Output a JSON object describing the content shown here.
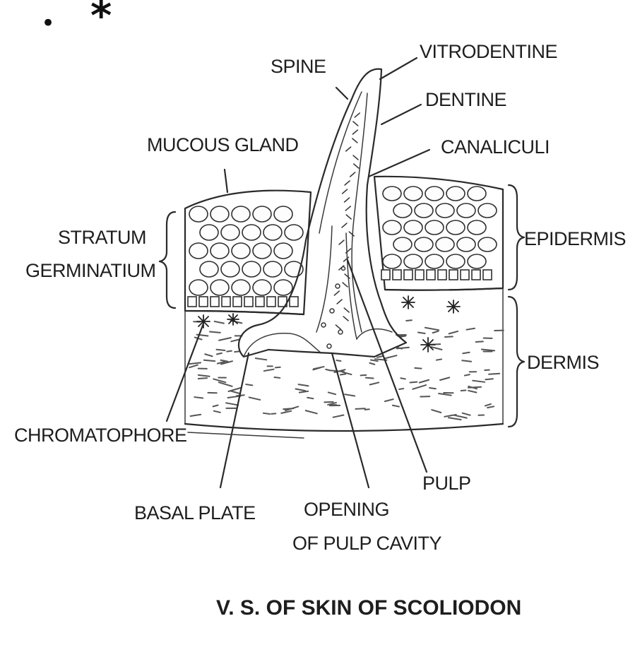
{
  "corner_marks": {
    "dot": "•",
    "asterisk": "*"
  },
  "labels": {
    "spine": "SPINE",
    "vitrodentine": "VITRODENTINE",
    "dentine": "DENTINE",
    "mucous_gland": "MUCOUS GLAND",
    "canaliculi": "CANALICULI",
    "stratum": "STRATUM",
    "germinatium": "GERMINATIUM",
    "epidermis": "EPIDERMIS",
    "dermis": "DERMIS",
    "chromatophore": "CHROMATOPHORE",
    "basal_plate": "BASAL PLATE",
    "opening": "OPENING",
    "of_pulp_cavity": "OF PULP CAVITY",
    "pulp": "PULP"
  },
  "caption": "V. S. OF SKIN OF SCOLIODON"
}
